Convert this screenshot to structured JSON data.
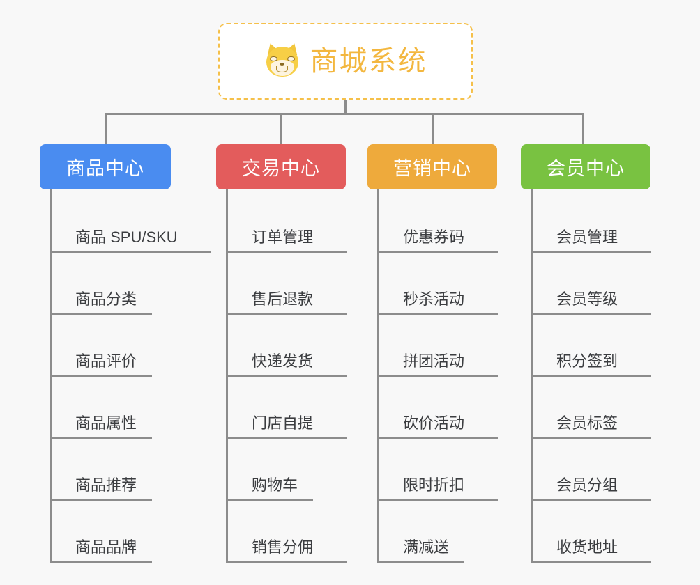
{
  "page": {
    "background": "#f8f8f8",
    "connector_color": "#8c8c8c"
  },
  "root": {
    "title": "商城系统",
    "icon": "shiba-inu-dog-face-emoji",
    "border_color": "#f5c04a",
    "text_color": "#f3b73f"
  },
  "branches": [
    {
      "id": "product-center",
      "label": "商品中心",
      "color": "#4a8cf0",
      "leaves": [
        {
          "label": "商品 SPU/SKU"
        },
        {
          "label": "商品分类"
        },
        {
          "label": "商品评价"
        },
        {
          "label": "商品属性"
        },
        {
          "label": "商品推荐"
        },
        {
          "label": "商品品牌"
        }
      ]
    },
    {
      "id": "trade-center",
      "label": "交易中心",
      "color": "#e35c5c",
      "leaves": [
        {
          "label": "订单管理"
        },
        {
          "label": "售后退款"
        },
        {
          "label": "快递发货"
        },
        {
          "label": "门店自提"
        },
        {
          "label": "购物车"
        },
        {
          "label": "销售分佣"
        }
      ]
    },
    {
      "id": "marketing-center",
      "label": "营销中心",
      "color": "#eeaa3c",
      "leaves": [
        {
          "label": "优惠券码"
        },
        {
          "label": "秒杀活动"
        },
        {
          "label": "拼团活动"
        },
        {
          "label": "砍价活动"
        },
        {
          "label": "限时折扣"
        },
        {
          "label": "满减送"
        }
      ]
    },
    {
      "id": "member-center",
      "label": "会员中心",
      "color": "#79c241",
      "leaves": [
        {
          "label": "会员管理"
        },
        {
          "label": "会员等级"
        },
        {
          "label": "积分签到"
        },
        {
          "label": "会员标签"
        },
        {
          "label": "会员分组"
        },
        {
          "label": "收货地址"
        }
      ]
    }
  ]
}
